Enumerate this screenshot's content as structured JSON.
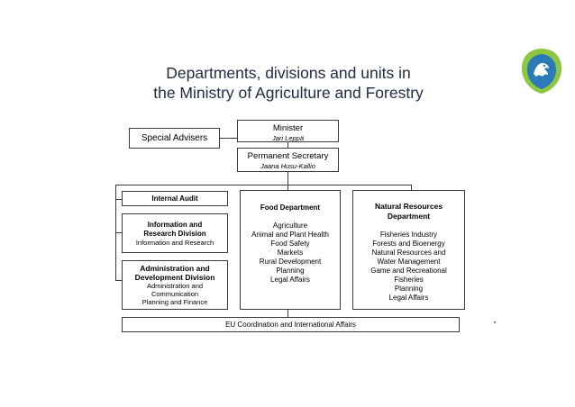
{
  "title": {
    "line1": "Departments, divisions and units in",
    "line2": "the Ministry of Agriculture and Forestry"
  },
  "logo": {
    "icon": "finnish-lion-crest-icon",
    "colors": [
      "#8dc63f",
      "#2a7ab8"
    ]
  },
  "boxes": {
    "minister": {
      "label": "Minister",
      "person": "Jari Leppä"
    },
    "special_advisers": {
      "label": "Special Advisers"
    },
    "permanent_secretary": {
      "label": "Permanent Secretary",
      "person": "Jaana Husu-Kallio"
    },
    "internal_audit": {
      "label": "Internal Audit"
    },
    "information_research": {
      "label_lines": [
        "Information and",
        "Research Division"
      ],
      "items": [
        "Information and Research"
      ]
    },
    "administration_development": {
      "label_lines": [
        "Administration and",
        "Development Division"
      ],
      "items": [
        "Administration and",
        "Communication",
        "Planning and Finance"
      ]
    },
    "food_department": {
      "label": "Food Department",
      "items": [
        "Agriculture",
        "Animal and Plant Health",
        "Food Safety",
        "Markets",
        "Rural Development",
        "Planning",
        "Legal Affairs"
      ]
    },
    "natural_resources": {
      "label_lines": [
        "Natural Resources",
        "Department"
      ],
      "items": [
        "Fisheries Industry",
        "Forests and Bioenergy",
        "Natural Resources and",
        "Water Management",
        "Game and Recreational",
        "Fisheries",
        "Planning",
        "Legal Affairs"
      ]
    },
    "eu_coordination": {
      "label": "EU Coordination and International Affairs"
    }
  }
}
